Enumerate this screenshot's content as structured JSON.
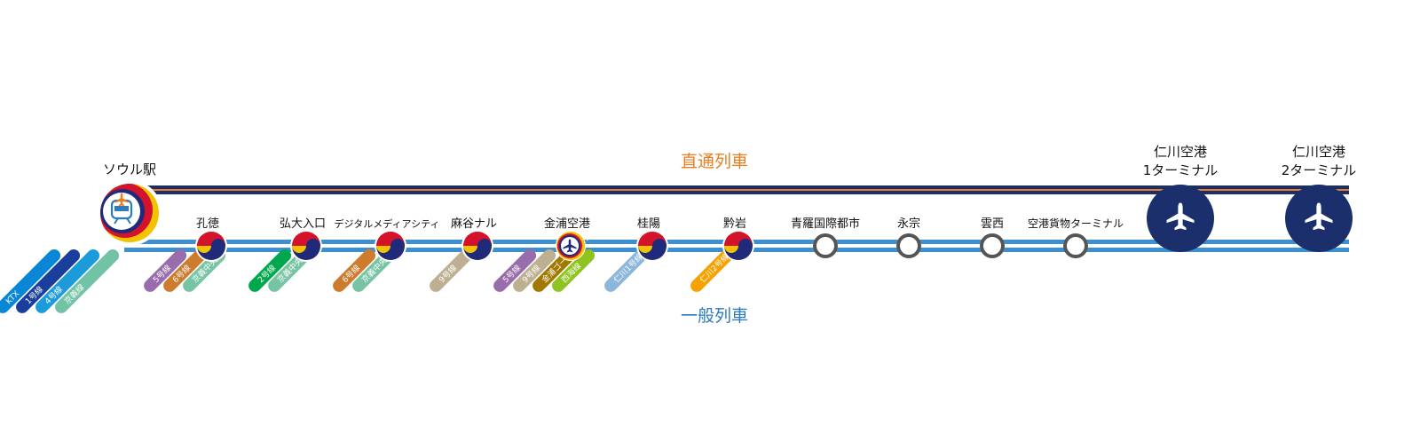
{
  "services": {
    "express": {
      "label": "直通列車",
      "color": "#E87E1E"
    },
    "all_stop": {
      "label": "一般列車",
      "color": "#2A7BC0"
    }
  },
  "colors": {
    "express_band": "#1A2F6B",
    "general_line": "#3C8FD0",
    "station_ring": "#555555",
    "airport_badge": "#1A2F6B"
  },
  "stations": [
    {
      "id": "seoul",
      "name": "ソウル駅",
      "type": "hub-seoul",
      "transfers": [
        {
          "label": "KTX",
          "color": "#0A86D6"
        },
        {
          "label": "1号線",
          "color": "#1A3E9C"
        },
        {
          "label": "4号線",
          "color": "#1C9BDB"
        },
        {
          "label": "京義線",
          "color": "#72C2A6"
        }
      ]
    },
    {
      "id": "gongdeok",
      "name": "孔徳",
      "type": "transfer",
      "transfers": [
        {
          "label": "5号線",
          "color": "#996CAC"
        },
        {
          "label": "6号線",
          "color": "#CD7C2F"
        },
        {
          "label": "京義中央線",
          "color": "#77C4A3"
        }
      ]
    },
    {
      "id": "hongik",
      "name": "弘大入口",
      "type": "transfer",
      "transfers": [
        {
          "label": "2号線",
          "color": "#00A84D"
        },
        {
          "label": "京義中央線",
          "color": "#77C4A3"
        }
      ]
    },
    {
      "id": "dmc",
      "name": "デジタルメディアシティ",
      "type": "transfer",
      "transfers": [
        {
          "label": "6号線",
          "color": "#CD7C2F"
        },
        {
          "label": "京義中央線",
          "color": "#77C4A3"
        }
      ]
    },
    {
      "id": "magoknaru",
      "name": "麻谷ナル",
      "type": "transfer",
      "transfers": [
        {
          "label": "9号線",
          "color": "#BDB092"
        }
      ]
    },
    {
      "id": "gimpo",
      "name": "金浦空港",
      "type": "transfer-airport",
      "transfers": [
        {
          "label": "5号線",
          "color": "#996CAC"
        },
        {
          "label": "9号線",
          "color": "#BDB092"
        },
        {
          "label": "金浦ゴールドライン",
          "color": "#A17800"
        },
        {
          "label": "西海線",
          "color": "#8FC31F"
        }
      ]
    },
    {
      "id": "gyeyang",
      "name": "桂陽",
      "type": "transfer",
      "transfers": [
        {
          "label": "仁川1号線",
          "color": "#8DB6DC"
        }
      ]
    },
    {
      "id": "geomam",
      "name": "黔岩",
      "type": "transfer",
      "transfers": [
        {
          "label": "仁川2号線",
          "color": "#F5A200"
        }
      ]
    },
    {
      "id": "cheongna",
      "name": "青羅国際都市",
      "type": "plain",
      "transfers": []
    },
    {
      "id": "yeongjong",
      "name": "永宗",
      "type": "plain",
      "transfers": []
    },
    {
      "id": "unseo",
      "name": "雲西",
      "type": "plain",
      "transfers": []
    },
    {
      "id": "cargo",
      "name": "空港貨物ターミナル",
      "type": "plain",
      "transfers": []
    },
    {
      "id": "t1",
      "name_lines": [
        "仁川空港",
        "1ターミナル"
      ],
      "type": "airport-terminal",
      "transfers": []
    },
    {
      "id": "t2",
      "name_lines": [
        "仁川空港",
        "2ターミナル"
      ],
      "type": "airport-terminal",
      "transfers": []
    }
  ]
}
